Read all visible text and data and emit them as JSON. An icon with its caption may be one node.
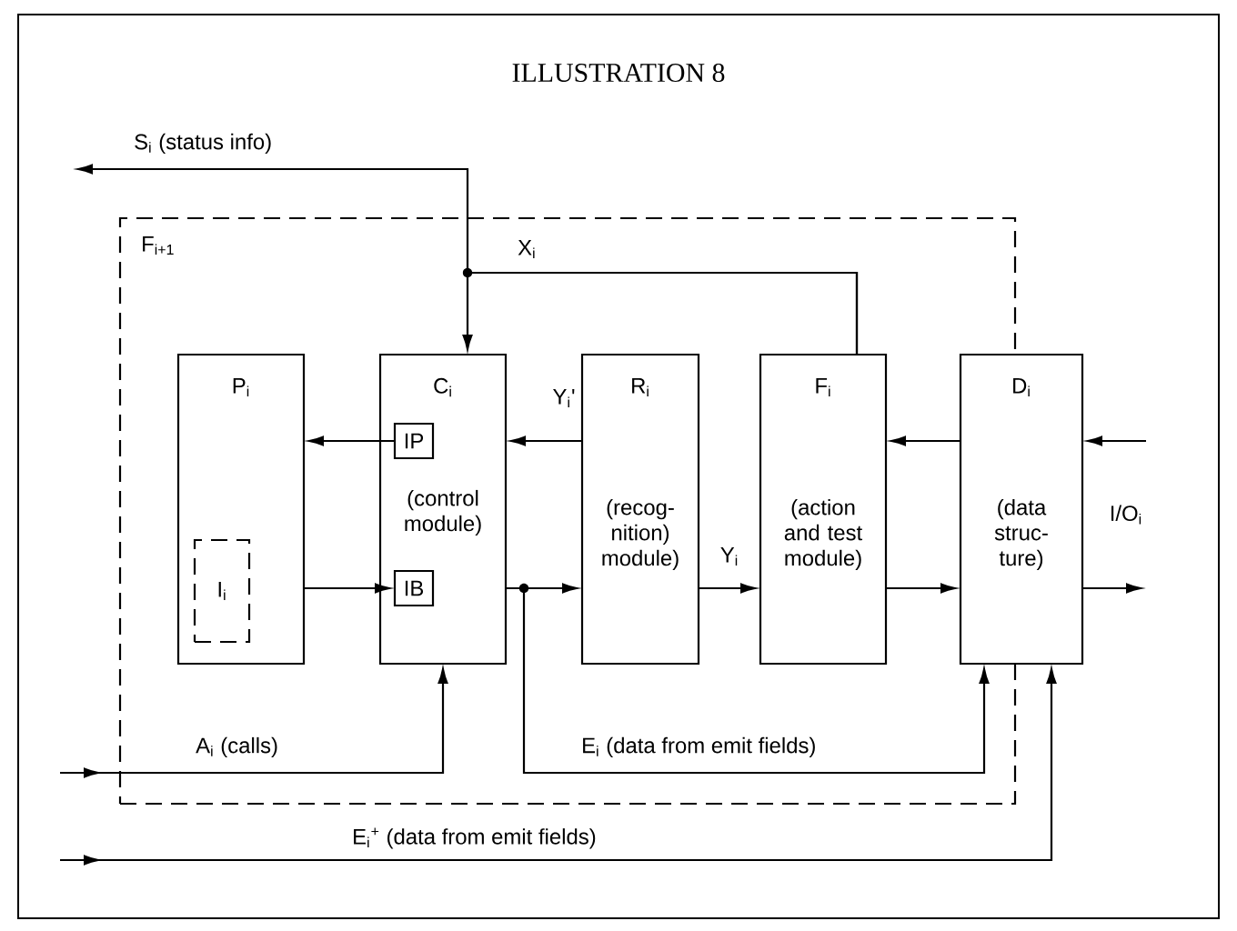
{
  "diagram": {
    "title": "ILLUSTRATION 8",
    "nodes": [
      {
        "text": [
          "F$_{i+1}$"
        ]
      },
      {
        "text": [
          "P$_{i}$"
        ],
        "in": 0
      },
      {
        "text": [
          "I$_{i}$"
        ],
        "in": 1
      },
      {
        "text": [
          "C$_{i}$",
          "(control module)"
        ],
        "in": 0
      },
      {
        "text": [
          "IP"
        ],
        "in": 3
      },
      {
        "text": [
          "IB"
        ],
        "in": 3
      },
      {
        "text": [
          "R$_{i}$",
          "(recog- nition) module)"
        ],
        "in": 0
      },
      {
        "text": [
          "F$_{i}$",
          "(action and test module)"
        ],
        "in": 0
      },
      {
        "text": [
          "D$_{i}$",
          "(data struc- ture)"
        ]
      }
    ],
    "edges": [
      {
        "from": 4,
        "to": 1,
        "arrow": "to"
      },
      {
        "from": 1,
        "to": 5,
        "arrow": "to"
      },
      {
        "from": 6,
        "to": 3,
        "arrow": "to",
        "label": "Y$_{i}$'"
      },
      {
        "from": 3,
        "to": 6,
        "arrow": "to"
      },
      {
        "from": 6,
        "to": 7,
        "arrow": "to",
        "label": "Y$_{i}$"
      },
      {
        "from": 7,
        "to": 8,
        "arrow": "to"
      },
      {
        "from": 8,
        "to": 7,
        "arrow": "to"
      },
      {
        "from": null,
        "to": 8,
        "arrow": "to"
      },
      {
        "from": 8,
        "to": null,
        "arrow": "to"
      },
      {
        "from": 7,
        "to": 3,
        "arrow": "to",
        "label": "X$_{i}$"
      },
      {
        "from": 7,
        "to": null,
        "arrow": "to",
        "label": "S$_{i}$ (status info)"
      },
      {
        "from": null,
        "to": 3,
        "arrow": "to",
        "label": "A$_{i}$ (calls)"
      },
      {
        "from": 3,
        "to": 8,
        "arrow": "to",
        "label": "E$_{i}$ (data from emit fields)"
      },
      {
        "from": null,
        "to": 8,
        "arrow": "to",
        "label": "E$_{i}$$^{+}$ (data from emit fields)"
      }
    ],
    "labels": [
      "I/O$_{i}$"
    ]
  }
}
